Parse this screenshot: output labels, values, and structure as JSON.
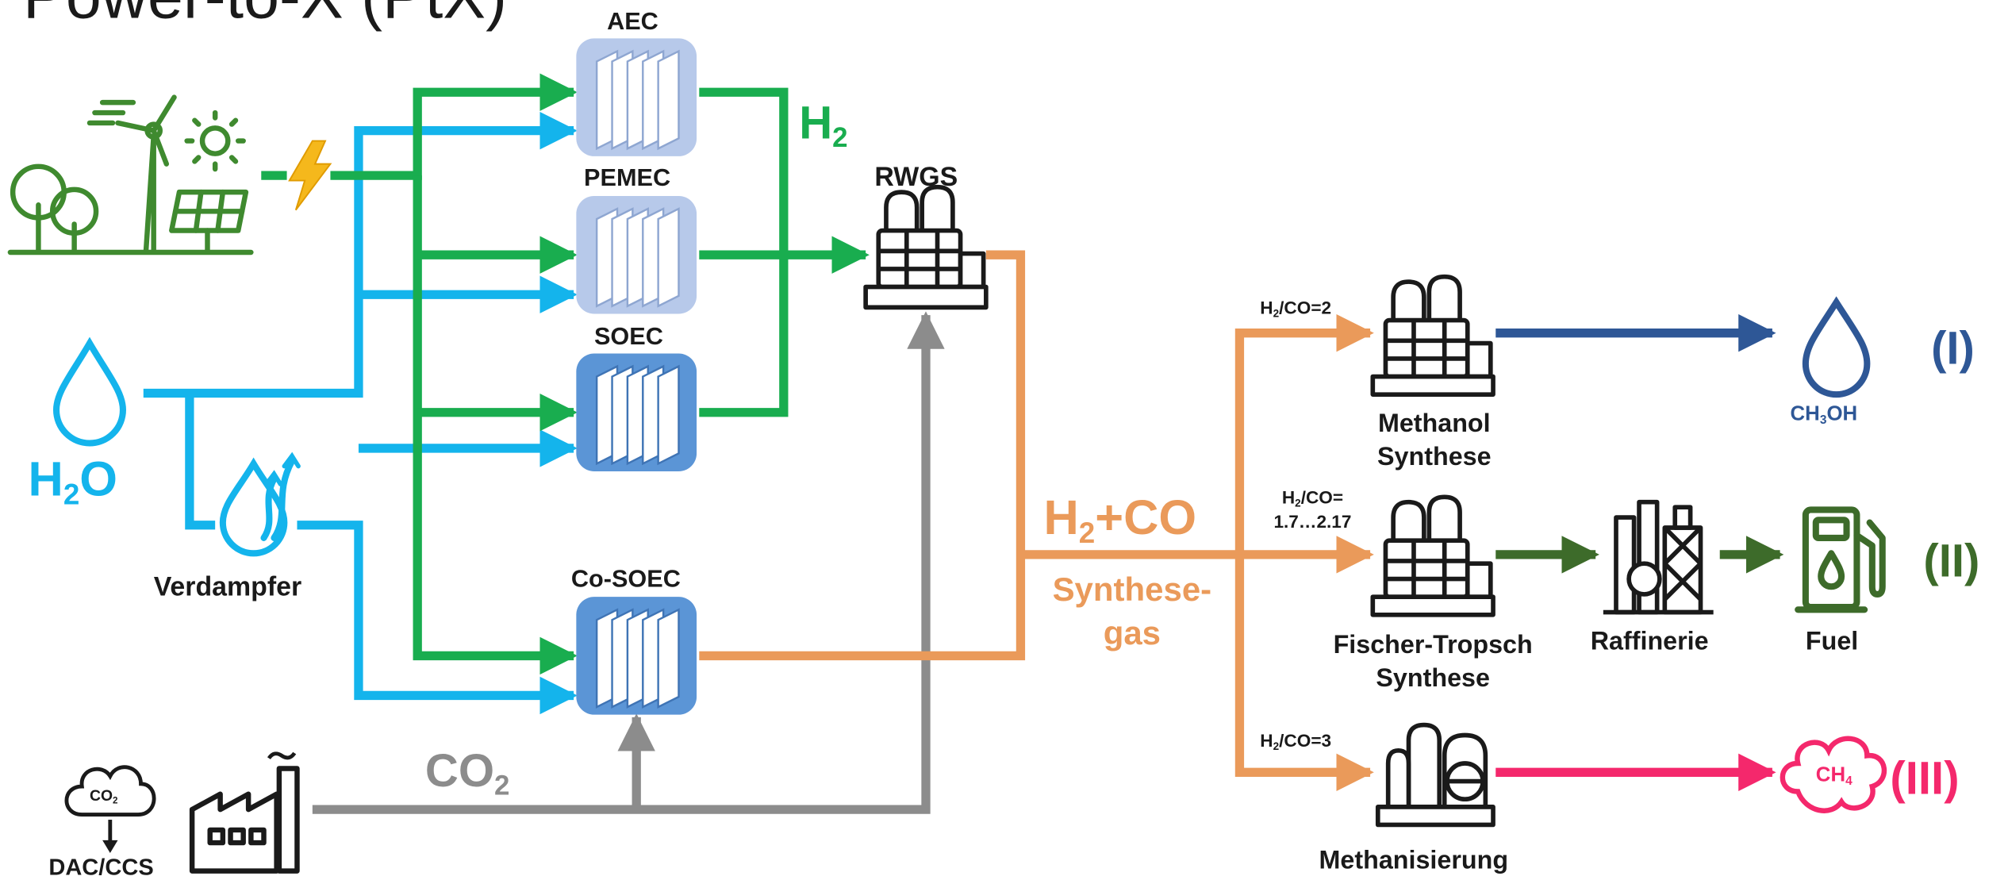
{
  "title": {
    "text": "Power-to-X (PtX)"
  },
  "inputs": {
    "h2o": {
      "label": "H",
      "sub": "2",
      "label_end": "O"
    },
    "verdampfer": {
      "label": "Verdampfer"
    },
    "co2": {
      "label": "CO",
      "sub": "2"
    },
    "dac": {
      "icon_label": "CO",
      "icon_sub": "2",
      "label": "DAC/CCS"
    }
  },
  "electrolyzers": {
    "aec": {
      "label": "AEC"
    },
    "pemec": {
      "label": "PEMEC"
    },
    "soec": {
      "label": "SOEC"
    },
    "cosoec": {
      "label": "Co-SOEC"
    }
  },
  "hydrogen": {
    "label": "H",
    "sub": "2"
  },
  "rwgs": {
    "label": "RWGS"
  },
  "syngas": {
    "label_a": "H",
    "sub": "2",
    "label_b": "+CO",
    "line1": "Synthese-",
    "line2": "gas"
  },
  "ratios": {
    "methanol": {
      "a": "H",
      "sub": "2",
      "b": "/CO=2"
    },
    "ft": {
      "a": "H",
      "sub": "2",
      "b": "/CO=",
      "line2": "1.7…2.17"
    },
    "methan": {
      "a": "H",
      "sub": "2",
      "b": "/CO=3"
    }
  },
  "processes": {
    "methanol": {
      "line1": "Methanol",
      "line2": "Synthese"
    },
    "ft": {
      "line1": "Fischer-Tropsch",
      "line2": "Synthese"
    },
    "raffinerie": {
      "label": "Raffinerie"
    },
    "methanisierung": {
      "label": "Methanisierung"
    }
  },
  "products": {
    "ch3oh": {
      "a": "CH",
      "sub": "3",
      "b": "OH",
      "roman": "(I)"
    },
    "fuel": {
      "label": "Fuel",
      "roman": "(II)"
    },
    "ch4": {
      "a": "CH",
      "sub": "4",
      "roman": "(III)"
    }
  },
  "colors": {
    "water": "#14b4ec",
    "hydrogen": "#19ad4f",
    "syngas": "#ea9a5a",
    "co2": "#8c8c8c",
    "methanol": "#2e5796",
    "fuel": "#3d6b2a",
    "methane": "#f4286c",
    "icon_green": "#3f8a2f",
    "electrolyzer_light": "#b7c9ea",
    "electrolyzer_dark": "#5b95d6"
  }
}
